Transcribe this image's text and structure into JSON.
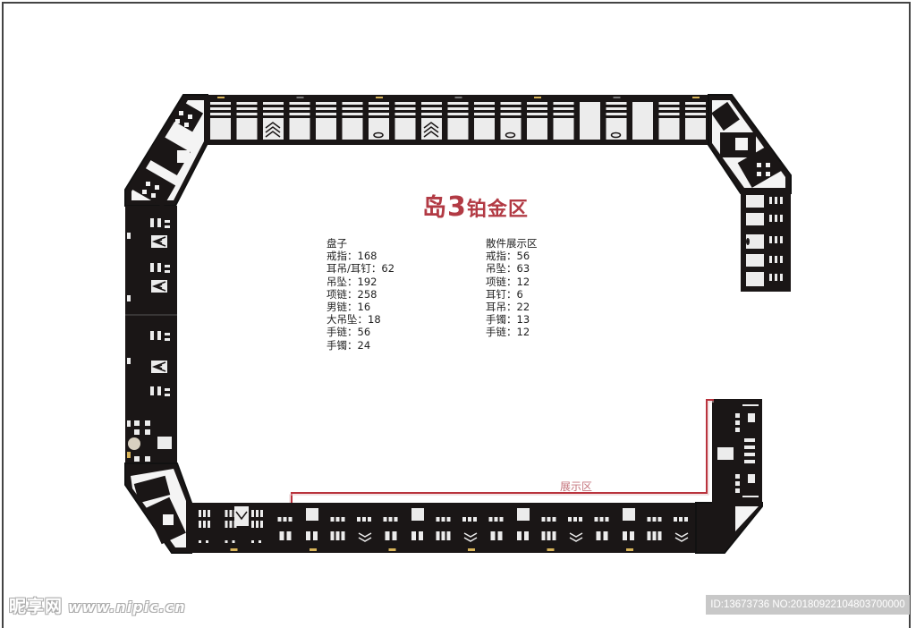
{
  "title": {
    "prefix": "岛",
    "number": "3",
    "suffix": "铂金区"
  },
  "tray_section": {
    "header": "盘子",
    "items": [
      {
        "label": "戒指",
        "value": "168"
      },
      {
        "label": "耳吊/耳钉",
        "value": "62"
      },
      {
        "label": "吊坠",
        "value": "192"
      },
      {
        "label": "项链",
        "value": "258"
      },
      {
        "label": "男链",
        "value": "16"
      },
      {
        "label": "大吊坠",
        "value": "18"
      },
      {
        "label": "手链",
        "value": "56"
      },
      {
        "label": "手镯",
        "value": "24"
      }
    ]
  },
  "loose_display_section": {
    "header": "散件展示区",
    "items": [
      {
        "label": "戒指",
        "value": "56"
      },
      {
        "label": "吊坠",
        "value": "63"
      },
      {
        "label": "项链",
        "value": "12"
      },
      {
        "label": "耳钉",
        "value": "6"
      },
      {
        "label": "耳吊",
        "value": "22"
      },
      {
        "label": "手镯",
        "value": "13"
      },
      {
        "label": "手链",
        "value": "12"
      }
    ]
  },
  "display_zone": {
    "label": "展示区",
    "outline_color": "#b9333d"
  },
  "counter": {
    "fill_color": "#1a1616",
    "panel_color": "#ececec",
    "light_color": "#d8b45a"
  },
  "watermark": {
    "site_name": "昵享网",
    "site_url": "www.nipic.cn",
    "id_text": "ID:13673736 NO:20180922104803700000"
  },
  "colors": {
    "title_red": "#b23a44"
  }
}
